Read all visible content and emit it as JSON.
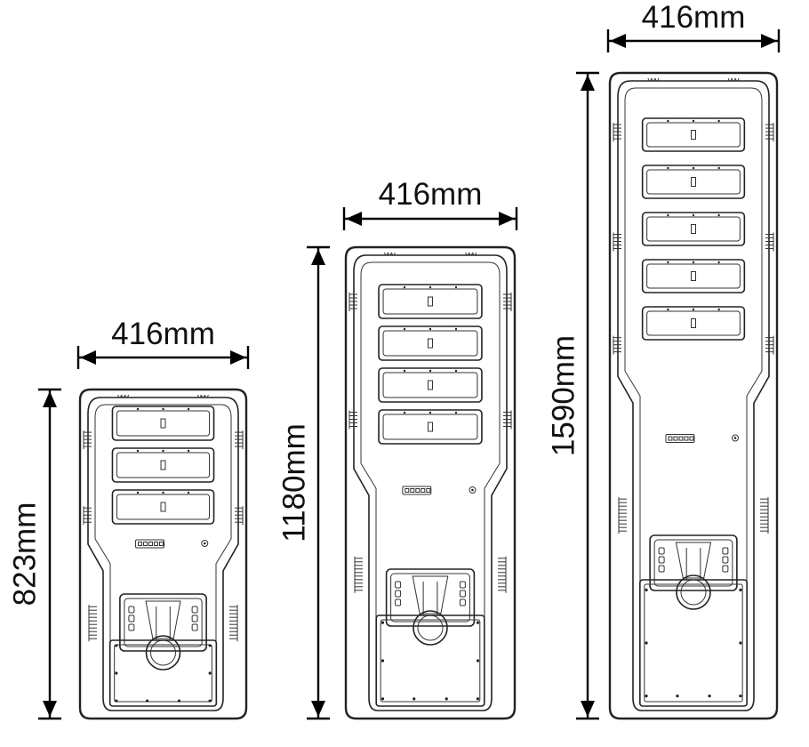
{
  "lamps": [
    {
      "model": "3-panel",
      "width_label": "416mm",
      "height_label": "823mm",
      "panels": 3
    },
    {
      "model": "4-panel",
      "width_label": "416mm",
      "height_label": "1180mm",
      "panels": 4
    },
    {
      "model": "5-panel",
      "width_label": "416mm",
      "height_label": "1590mm",
      "panels": 5
    }
  ]
}
